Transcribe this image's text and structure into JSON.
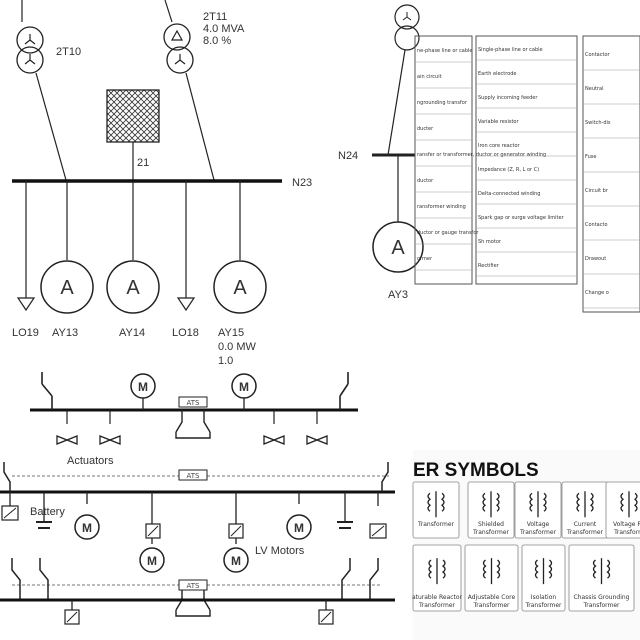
{
  "quadrant_top_left": {
    "transformer_2t10": {
      "name": "2T10"
    },
    "transformer_2t11": {
      "name": "2T11",
      "rating": "4.0 MVA",
      "impedance": "8.0 %"
    },
    "node_21": "21",
    "bus_n23": "N23",
    "loads": [
      {
        "id": "LO19"
      },
      {
        "id": "AY13",
        "symbol": "A"
      },
      {
        "id": "AY14",
        "symbol": "A"
      },
      {
        "id": "LO18"
      },
      {
        "id": "AY15",
        "symbol": "A",
        "power": "0.0 MW",
        "pf": "1.0"
      }
    ]
  },
  "quadrant_top_right": {
    "bus_n24": "N24",
    "motor": {
      "id": "AY3",
      "symbol": "A"
    },
    "symbol_table": {
      "col1": [
        "ne-phase line or cable",
        "ain circuit",
        "ngrounding transfor",
        "ducter",
        "ransfer or transformer, ductor or generator winding",
        "ductor",
        "ransformer winding",
        "ductor or gauge transfor",
        "ormer"
      ],
      "col2": [
        "Single-phase line or cable",
        "Earth electrode",
        "Supply incoming feeder",
        "Variable resistor",
        "Iron core reactor",
        "Impedance (Z, R, L or C)",
        "Delta-connected winding",
        "Spark gap or surge voltage limiter",
        "Sh motor",
        "Rectifier"
      ],
      "col3": [
        "Contactor",
        "Neutral",
        "Switch-dis",
        "Fuse",
        "Circuit br",
        "Contacto",
        "Drawout",
        "Change o"
      ]
    }
  },
  "quadrant_bottom_left": {
    "ats_label": "ATS",
    "motor_symbol": "M",
    "actuators_label": "Actuators",
    "battery_label": "Battery",
    "lv_motors_label": "LV Motors"
  },
  "quadrant_bottom_right": {
    "heading": "ER SYMBOLS",
    "row1": [
      "Transformer",
      "Shielded Transformer",
      "Voltage Transformer",
      "Current Transformer",
      "Voltage Re Transform"
    ],
    "row2": [
      "aturable Reactor Transformer",
      "Adjustable Core Transformer",
      "Isolation Transformer",
      "Chassis Grounding Transformer"
    ]
  }
}
